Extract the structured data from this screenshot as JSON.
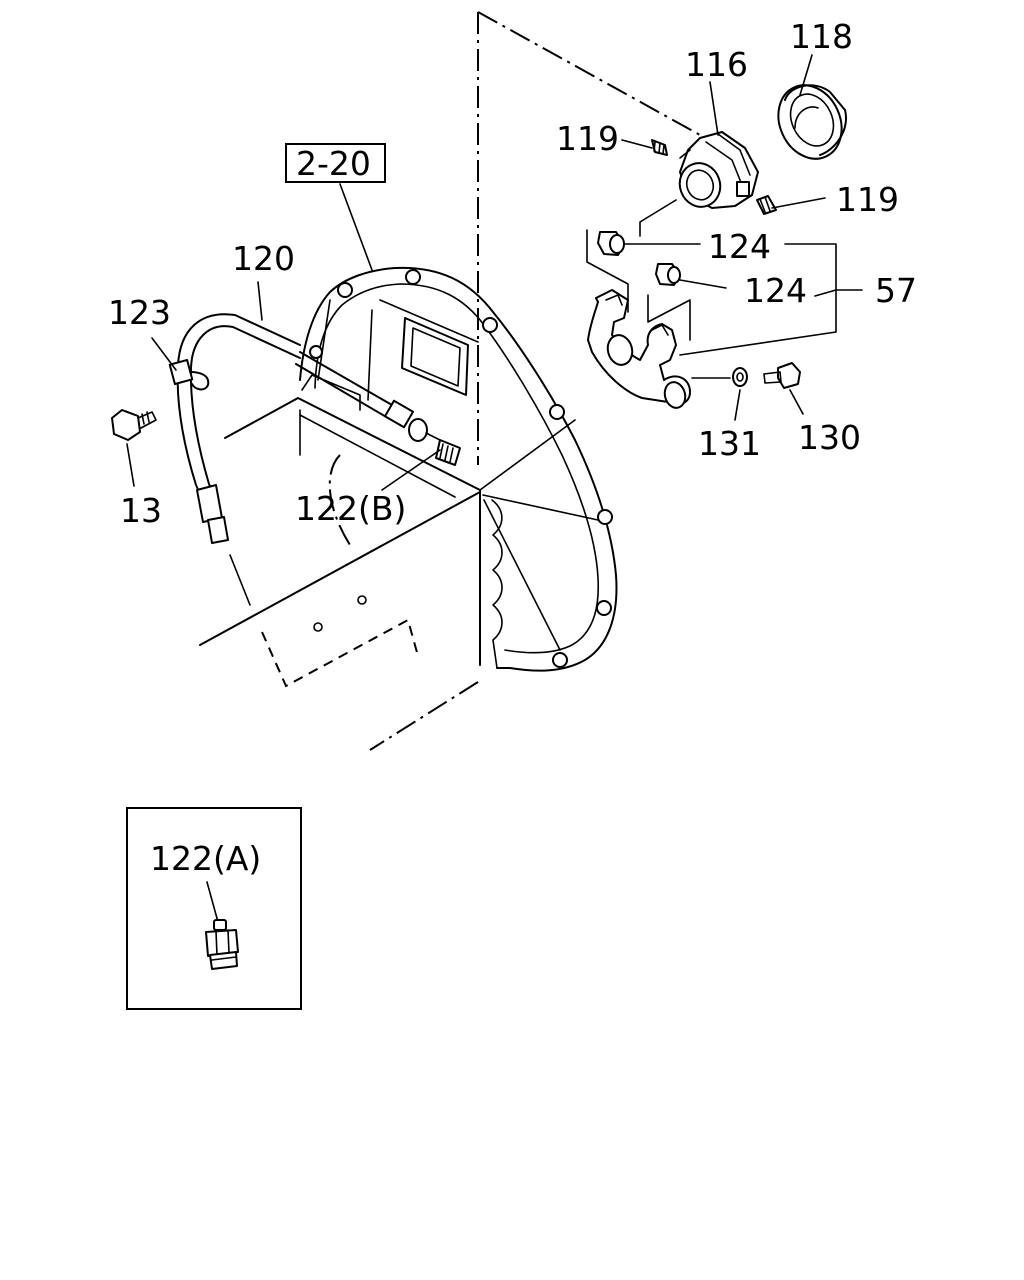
{
  "diagram": {
    "callouts": {
      "ref_box": "2-20",
      "p118": "118",
      "p116": "116",
      "p119_left": "119",
      "p119_right": "119",
      "p124_upper": "124",
      "p124_lower": "124",
      "p57": "57",
      "p120": "120",
      "p123": "123",
      "p13": "13",
      "p122b": "122(B)",
      "p131": "131",
      "p130": "130",
      "inset_122a": "122(A)"
    }
  }
}
